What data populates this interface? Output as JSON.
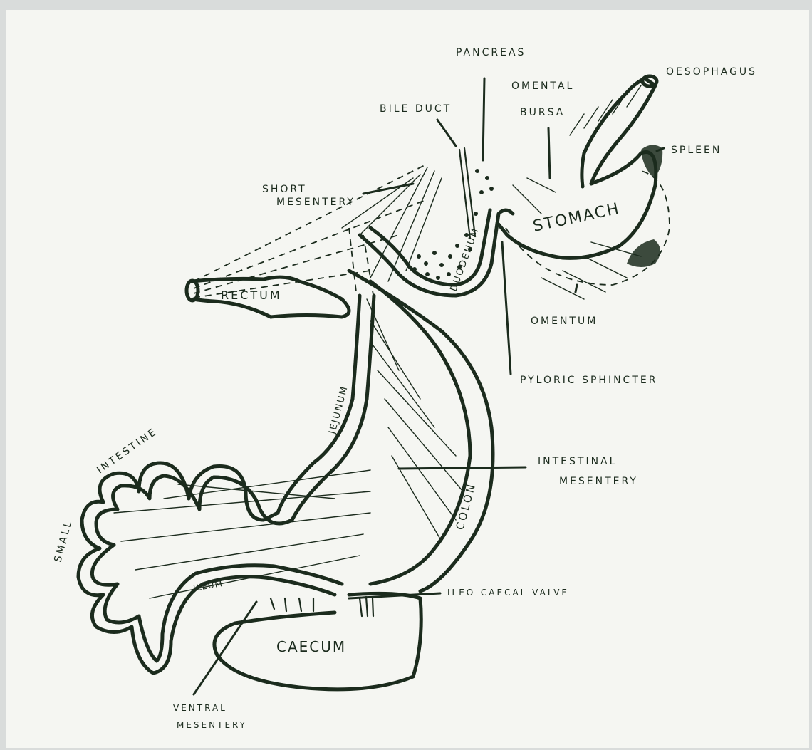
{
  "diagram": {
    "labels": {
      "pancreas": "PANCREAS",
      "oesophagus": "OESOPHAGUS",
      "omental": "OMENTAL",
      "bursa": "BURSA",
      "bile_duct": "BILE DUCT",
      "spleen": "SPLEEN",
      "short": "SHORT",
      "mesentery_short": "MESENTERY",
      "stomach": "STOMACH",
      "rectum": "RECTUM",
      "duodenum": "DUODENUM",
      "omentum": "OMENTUM",
      "pyloric_sphincter": "PYLORIC SPHINCTER",
      "jejunum": "JEJUNUM",
      "small": "SMALL",
      "intestine": "INTESTINE",
      "intestinal": "INTESTINAL",
      "mesentery_intestinal": "MESENTERY",
      "colon": "COLON",
      "ileum": "ILEUM",
      "ileo_caecal_valve": "ILEO-CAECAL VALVE",
      "caecum": "CAECUM",
      "ventral": "VENTRAL",
      "mesentery_ventral": "MESENTERY"
    },
    "colors": {
      "ink": "#1b2b1d",
      "paper": "#f5f6f2",
      "frame": "#d9dcdb"
    }
  }
}
